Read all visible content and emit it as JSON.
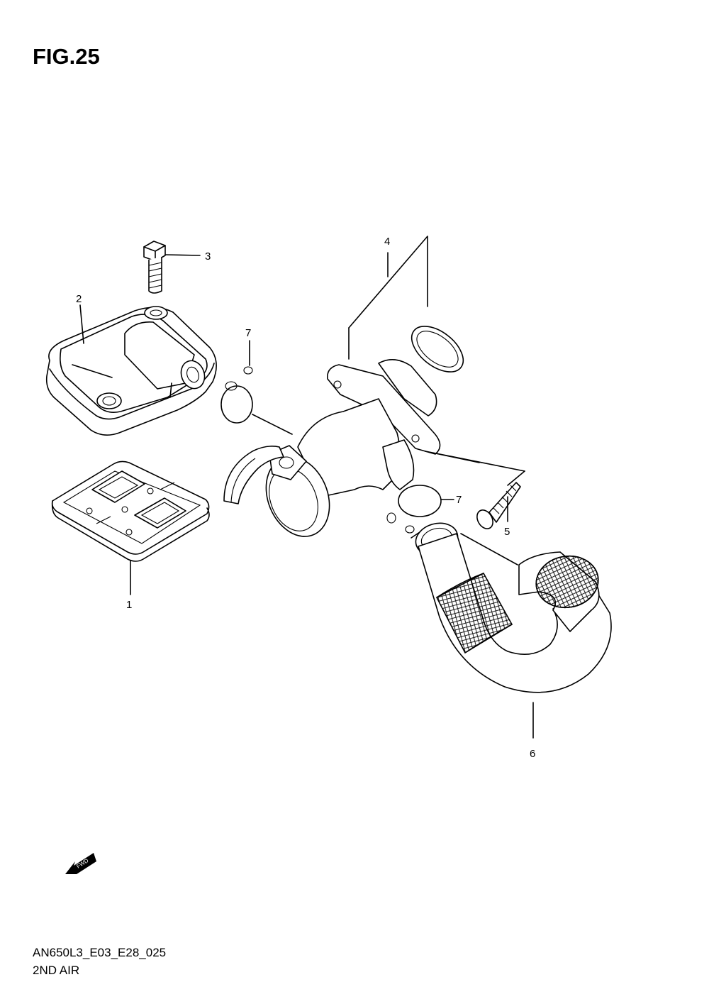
{
  "figure": {
    "title": "FIG.25",
    "code": "AN650L3_E03_E28_025",
    "name": "2ND AIR"
  },
  "callouts": {
    "c1": "1",
    "c2": "2",
    "c3": "3",
    "c4": "4",
    "c5": "5",
    "c6": "6",
    "c7a": "7",
    "c7b": "7"
  },
  "fwd_arrow": {
    "icon": "fwd-arrow-icon",
    "label": "FWD"
  }
}
